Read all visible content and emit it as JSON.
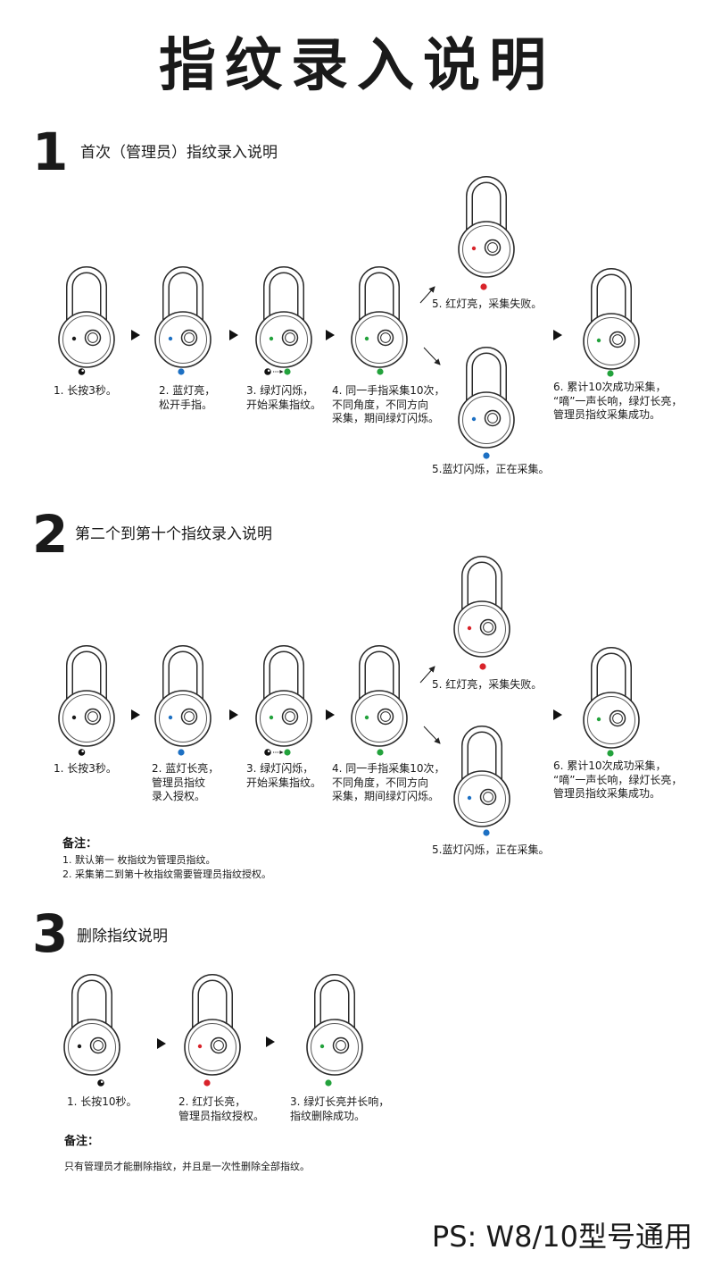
{
  "page": {
    "title": "指纹录入说明",
    "footer": "PS: W8/10型号通用"
  },
  "section1": {
    "number": "1",
    "heading": "首次（管理员）指纹录入说明",
    "steps": [
      {
        "led": "#1a1a1a",
        "lines": [
          "1. 长按3秒。"
        ]
      },
      {
        "led": "#1d70c3",
        "lines": [
          "2. 蓝灯亮，",
          "松开手指。"
        ]
      },
      {
        "led": "#23a23c",
        "lines": [
          "3. 绿灯闪烁，",
          "开始采集指纹。"
        ]
      },
      {
        "led": "#23a23c",
        "lines": [
          "4. 同一手指采集10次，",
          "不同角度，不同方向",
          "采集，期间绿灯闪烁。"
        ]
      }
    ],
    "fail": {
      "led": "#d8232a",
      "lines": [
        "5. 红灯亮，采集失败。"
      ]
    },
    "collecting": {
      "led": "#1d70c3",
      "lines": [
        "5.蓝灯闪烁，正在采集。"
      ]
    },
    "success": {
      "led": "#23a23c",
      "lines": [
        "6. 累计10次成功采集，",
        "“嘀”一声长响，绿灯长亮，",
        "管理员指纹采集成功。"
      ]
    }
  },
  "section2": {
    "number": "2",
    "heading": "第二个到第十个指纹录入说明",
    "steps": [
      {
        "led": "#1a1a1a",
        "lines": [
          "1. 长按3秒。"
        ]
      },
      {
        "led": "#1d70c3",
        "lines": [
          "2. 蓝灯长亮，",
          "管理员指纹",
          "录入授权。"
        ]
      },
      {
        "led": "#23a23c",
        "lines": [
          "3. 绿灯闪烁，",
          "开始采集指纹。"
        ]
      },
      {
        "led": "#23a23c",
        "lines": [
          "4. 同一手指采集10次，",
          "不同角度，不同方向",
          "采集，期间绿灯闪烁。"
        ]
      }
    ],
    "fail": {
      "led": "#d8232a",
      "lines": [
        "5. 红灯亮，采集失败。"
      ]
    },
    "collecting": {
      "led": "#1d70c3",
      "lines": [
        "5.蓝灯闪烁，正在采集。"
      ]
    },
    "success": {
      "led": "#23a23c",
      "lines": [
        "6. 累计10次成功采集，",
        "“嘀”一声长响，绿灯长亮，",
        "管理员指纹采集成功。"
      ]
    },
    "notes": {
      "label": "备注：",
      "lines": [
        "1. 默认第一 枚指纹为管理员指纹。",
        "2. 采集第二到第十枚指纹需要管理员指纹授权。"
      ]
    }
  },
  "section3": {
    "number": "3",
    "heading": "删除指纹说明",
    "steps": [
      {
        "led": "#1a1a1a",
        "lines": [
          "1. 长按10秒。"
        ]
      },
      {
        "led": "#d8232a",
        "lines": [
          "2. 红灯长亮，",
          "管理员指纹授权。"
        ]
      },
      {
        "led": "#23a23c",
        "lines": [
          "3. 绿灯长亮并长响，",
          "指纹删除成功。"
        ]
      }
    ],
    "notes": {
      "label": "备注：",
      "lines": [
        "只有管理员才能删除指纹，并且是一次性删除全部指纹。"
      ]
    }
  }
}
